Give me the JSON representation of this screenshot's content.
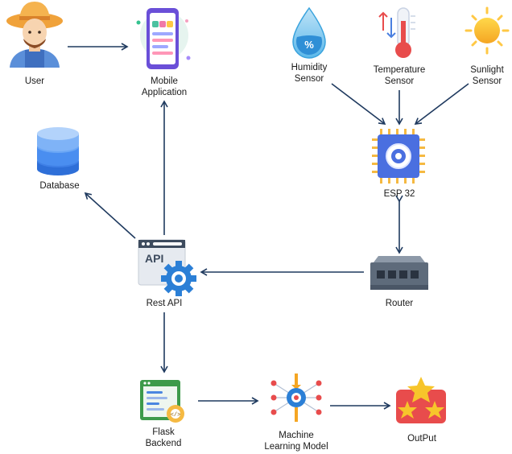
{
  "nodes": {
    "user": "User",
    "mobile_app_line1": "Mobile",
    "mobile_app_line2": "Application",
    "humidity_line1": "Humidity",
    "humidity_line2": "Sensor",
    "temperature_line1": "Temperature",
    "temperature_line2": "Sensor",
    "sunlight_line1": "Sunlight",
    "sunlight_line2": "Sensor",
    "esp32": "ESP 32",
    "database": "Database",
    "rest_api": "Rest API",
    "router": "Router",
    "flask_line1": "Flask",
    "flask_line2": "Backend",
    "ml_line1": "Machine",
    "ml_line2": "Learning Model",
    "output": "OutPut",
    "api_icon_text": "API"
  },
  "colors": {
    "arrow": "#1f3a5f",
    "accent_blue": "#3b7ddd",
    "chip_blue": "#4a6fe0",
    "pin_yellow": "#f5b942",
    "db_blue": "#4a8ef0",
    "output_red": "#e84c4c",
    "star_yellow": "#f7c52b"
  },
  "icons": {
    "user": "farmer-avatar-icon",
    "mobile_app": "smartphone-icon",
    "humidity": "water-drop-icon",
    "temperature": "thermometer-icon",
    "sunlight": "sun-icon",
    "esp32": "chip-icon",
    "database": "database-icon",
    "rest_api": "api-gear-icon",
    "router": "router-icon",
    "flask": "code-window-icon",
    "ml": "neural-gear-icon",
    "output": "stars-icon"
  }
}
